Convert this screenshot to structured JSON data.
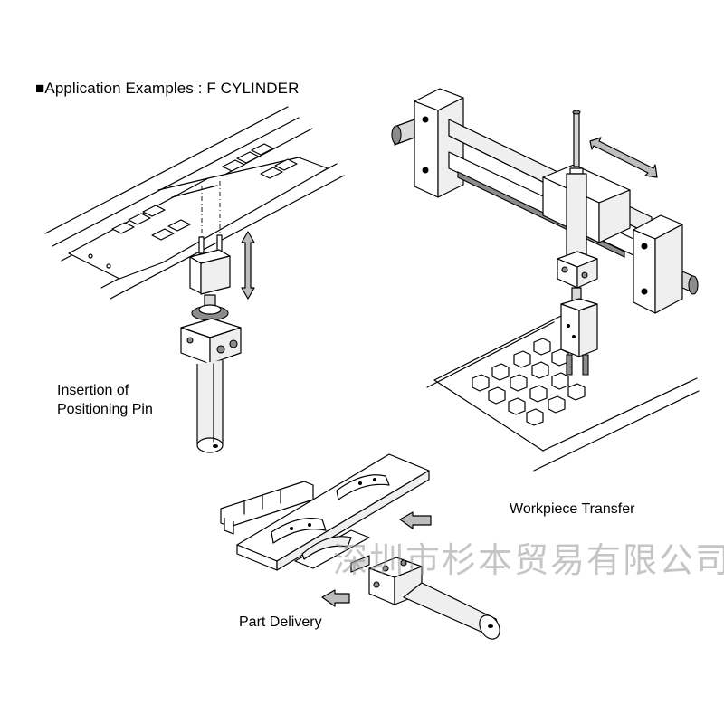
{
  "heading": {
    "bullet": "■",
    "text": "Application Examples : F CYLINDER"
  },
  "captions": {
    "insertion_line1": "Insertion of",
    "insertion_line2": "Positioning Pin",
    "workpiece_transfer": "Workpiece Transfer",
    "part_delivery": "Part Delivery"
  },
  "watermark": "深圳市杉本贸易有限公司"
}
